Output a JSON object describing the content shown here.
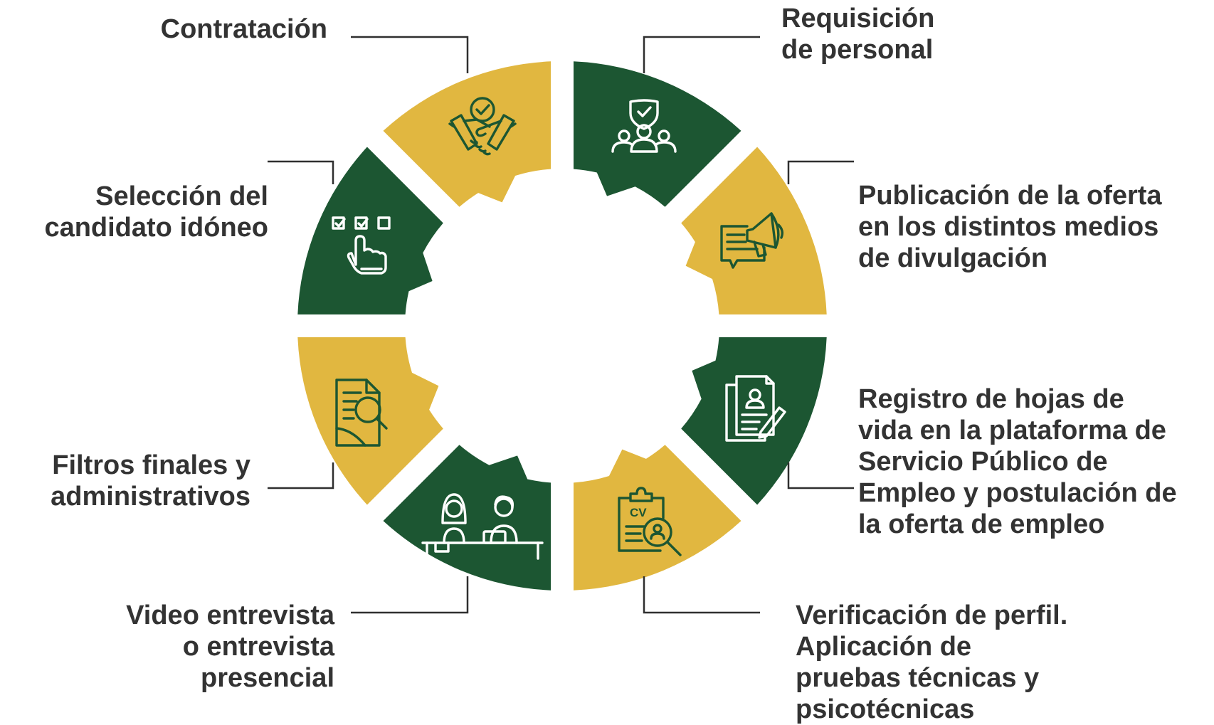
{
  "colors": {
    "green": "#1c5632",
    "gold": "#e1b740",
    "text": "#333333",
    "line": "#2f2f2f",
    "background": "#ffffff"
  },
  "steps": [
    {
      "id": "requisicion",
      "text": "Requisición\nde personal",
      "icon": "group-shield-icon",
      "color": "green"
    },
    {
      "id": "publicacion",
      "text": "Publicación de la oferta\nen los distintos medios\nde divulgación",
      "icon": "megaphone-document-icon",
      "color": "gold"
    },
    {
      "id": "registro",
      "text": "Registro de hojas de\nvida en la plataforma de\nServicio Público de\nEmpleo y postulación de\nla oferta de empleo",
      "icon": "document-pen-icon",
      "color": "green"
    },
    {
      "id": "verificacion",
      "text": "Verificación de perfil.\nAplicación de\npruebas técnicas y\npsicotécnicas",
      "icon": "cv-clipboard-icon",
      "color": "gold"
    },
    {
      "id": "video",
      "text": "Video entrevista\no entrevista\npresencial",
      "icon": "interview-icon",
      "color": "green"
    },
    {
      "id": "filtros",
      "text": "Filtros finales y\nadministrativos",
      "icon": "document-search-icon",
      "color": "gold"
    },
    {
      "id": "seleccion",
      "text": "Selección del\ncandidato idóneo",
      "icon": "checklist-hand-icon",
      "color": "green"
    },
    {
      "id": "contratacion",
      "text": "Contratación",
      "icon": "handshake-icon",
      "color": "gold"
    }
  ]
}
